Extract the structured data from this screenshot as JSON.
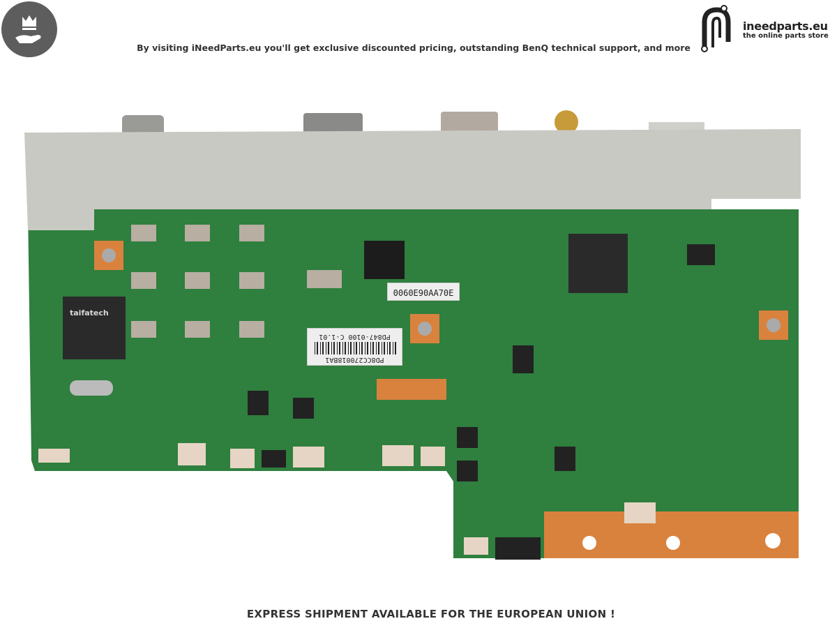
{
  "header": {
    "tagline": "By visiting iNeedParts.eu you'll get exclusive discounted pricing, outstanding BenQ technical support, and more",
    "badge_icon": "crown-on-hand-icon",
    "logo": {
      "name": "ineedparts.eu",
      "subtitle": "the online parts store"
    }
  },
  "board": {
    "mac_sticker": "0060E90AA70E",
    "serial_sticker": "PD8CC270018BA1",
    "part_number": "PD847-0100 C-1.01",
    "chip_brand": "taifatech",
    "colors": {
      "pcb": "#2f7f3e",
      "metal": "#c9c9c4",
      "copper": "#d9823e"
    }
  },
  "footer": {
    "shipping_note": "EXPRESS SHIPMENT AVAILABLE FOR THE EUROPEAN UNION !"
  }
}
